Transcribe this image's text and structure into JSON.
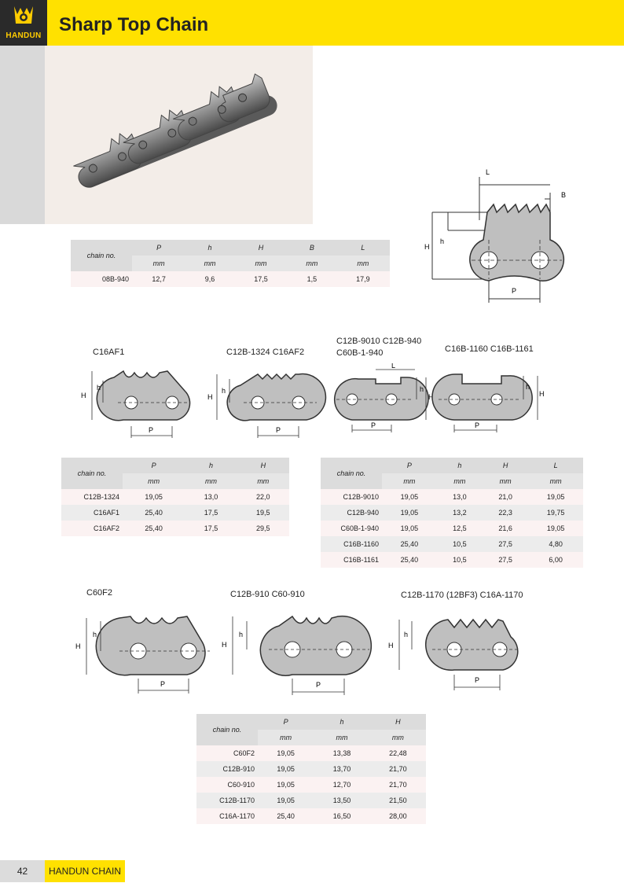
{
  "header": {
    "title": "Sharp Top Chain",
    "brand": "HANDUN",
    "colors": {
      "yellow": "#ffe100",
      "dark": "#2a2a2a"
    }
  },
  "photo": {
    "icon": "roller-chain-photo"
  },
  "diagram_main": {
    "labels": {
      "L": "L",
      "B": "B",
      "H": "H",
      "h": "h",
      "P": "P"
    }
  },
  "table1": {
    "header_label": "chain no.",
    "columns": [
      "P",
      "h",
      "H",
      "B",
      "L"
    ],
    "units": [
      "mm",
      "mm",
      "mm",
      "mm",
      "mm"
    ],
    "rows": [
      [
        "08B-940",
        "12,7",
        "9,6",
        "17,5",
        "1,5",
        "17,9"
      ]
    ]
  },
  "diagrams_row2": [
    {
      "caption_lines": [
        "C16AF1"
      ]
    },
    {
      "caption_lines": [
        "C12B-1324  C16AF2"
      ]
    },
    {
      "caption_lines": [
        "C12B-9010  C12B-940",
        "C60B-1-940"
      ]
    },
    {
      "caption_lines": [
        "C16B-1160  C16B-1161"
      ]
    }
  ],
  "table2": {
    "header_label": "chain no.",
    "columns": [
      "P",
      "h",
      "H"
    ],
    "units": [
      "mm",
      "mm",
      "mm"
    ],
    "rows": [
      [
        "C12B-1324",
        "19,05",
        "13,0",
        "22,0"
      ],
      [
        "C16AF1",
        "25,40",
        "17,5",
        "19,5"
      ],
      [
        "C16AF2",
        "25,40",
        "17,5",
        "29,5"
      ]
    ]
  },
  "table3": {
    "header_label": "chain no.",
    "columns": [
      "P",
      "h",
      "H",
      "L"
    ],
    "units": [
      "mm",
      "mm",
      "mm",
      "mm"
    ],
    "rows": [
      [
        "C12B-9010",
        "19,05",
        "13,0",
        "21,0",
        "19,05"
      ],
      [
        "C12B-940",
        "19,05",
        "13,2",
        "22,3",
        "19,75"
      ],
      [
        "C60B-1-940",
        "19,05",
        "12,5",
        "21,6",
        "19,05"
      ],
      [
        "C16B-1160",
        "25,40",
        "10,5",
        "27,5",
        "4,80"
      ],
      [
        "C16B-1161",
        "25,40",
        "10,5",
        "27,5",
        "6,00"
      ]
    ]
  },
  "diagrams_row3": [
    {
      "caption": "C60F2"
    },
    {
      "caption": "C12B-910  C60-910"
    },
    {
      "caption": "C12B-1170 (12BF3)   C16A-1170"
    }
  ],
  "table4": {
    "header_label": "chain no.",
    "columns": [
      "P",
      "h",
      "H"
    ],
    "units": [
      "mm",
      "mm",
      "mm"
    ],
    "rows": [
      [
        "C60F2",
        "19,05",
        "13,38",
        "22,48"
      ],
      [
        "C12B-910",
        "19,05",
        "13,70",
        "21,70"
      ],
      [
        "C60-910",
        "19,05",
        "12,70",
        "21,70"
      ],
      [
        "C12B-1170",
        "19,05",
        "13,50",
        "21,50"
      ],
      [
        "C16A-1170",
        "25,40",
        "16,50",
        "28,00"
      ]
    ]
  },
  "footer": {
    "page_number": "42",
    "brand": "HANDUN CHAIN"
  }
}
